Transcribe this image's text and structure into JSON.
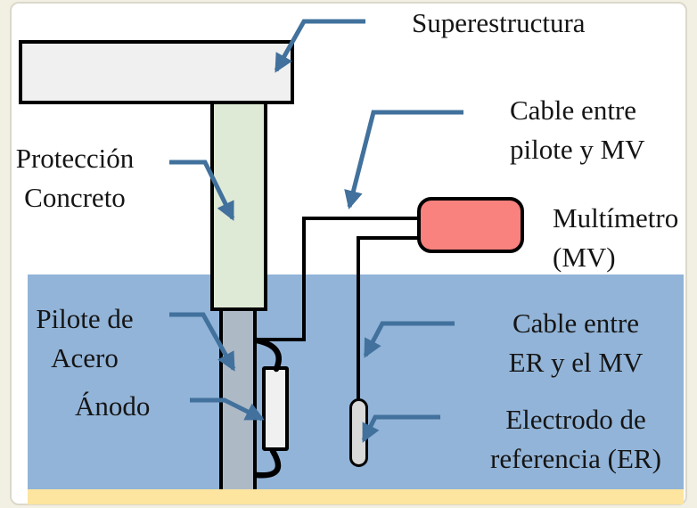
{
  "diagram": {
    "description_labels": {
      "superestructura": "Superestructura",
      "proteccion": [
        "Protección",
        "Concreto"
      ],
      "cable_pilote_mv": [
        "Cable entre",
        "pilote y MV"
      ],
      "multimetro": [
        "Multímetro",
        "(MV)"
      ],
      "pilote_acero": [
        "Pilote de",
        "Acero"
      ],
      "anodo": "Ánodo",
      "cable_er_mv": [
        "Cable entre",
        "ER y el MV"
      ],
      "electrodo": [
        "Electrodo de",
        "referencia (ER)"
      ]
    },
    "components": [
      "superstructure",
      "concrete-protection-jacket",
      "steel-pile",
      "anode",
      "multimeter (MV)",
      "reference-electrode (ER)",
      "cable pile-to-MV",
      "cable ER-to-MV",
      "water",
      "seabed"
    ],
    "colors": {
      "background": "#F2EFE3",
      "card": "#FFFFFF",
      "water": "#92B4D8",
      "sand": "#FDE59F",
      "concrete": "#DFEAD6",
      "steel": "#AEB9C6",
      "superstructure": "#F0F0F0",
      "multimeter": "#F9827E",
      "anode": "#F0F0F0",
      "electrode": "#D9D9D9",
      "arrow": "#41719C",
      "cable": "#000000",
      "outline": "#000000",
      "text": "#151515"
    }
  }
}
